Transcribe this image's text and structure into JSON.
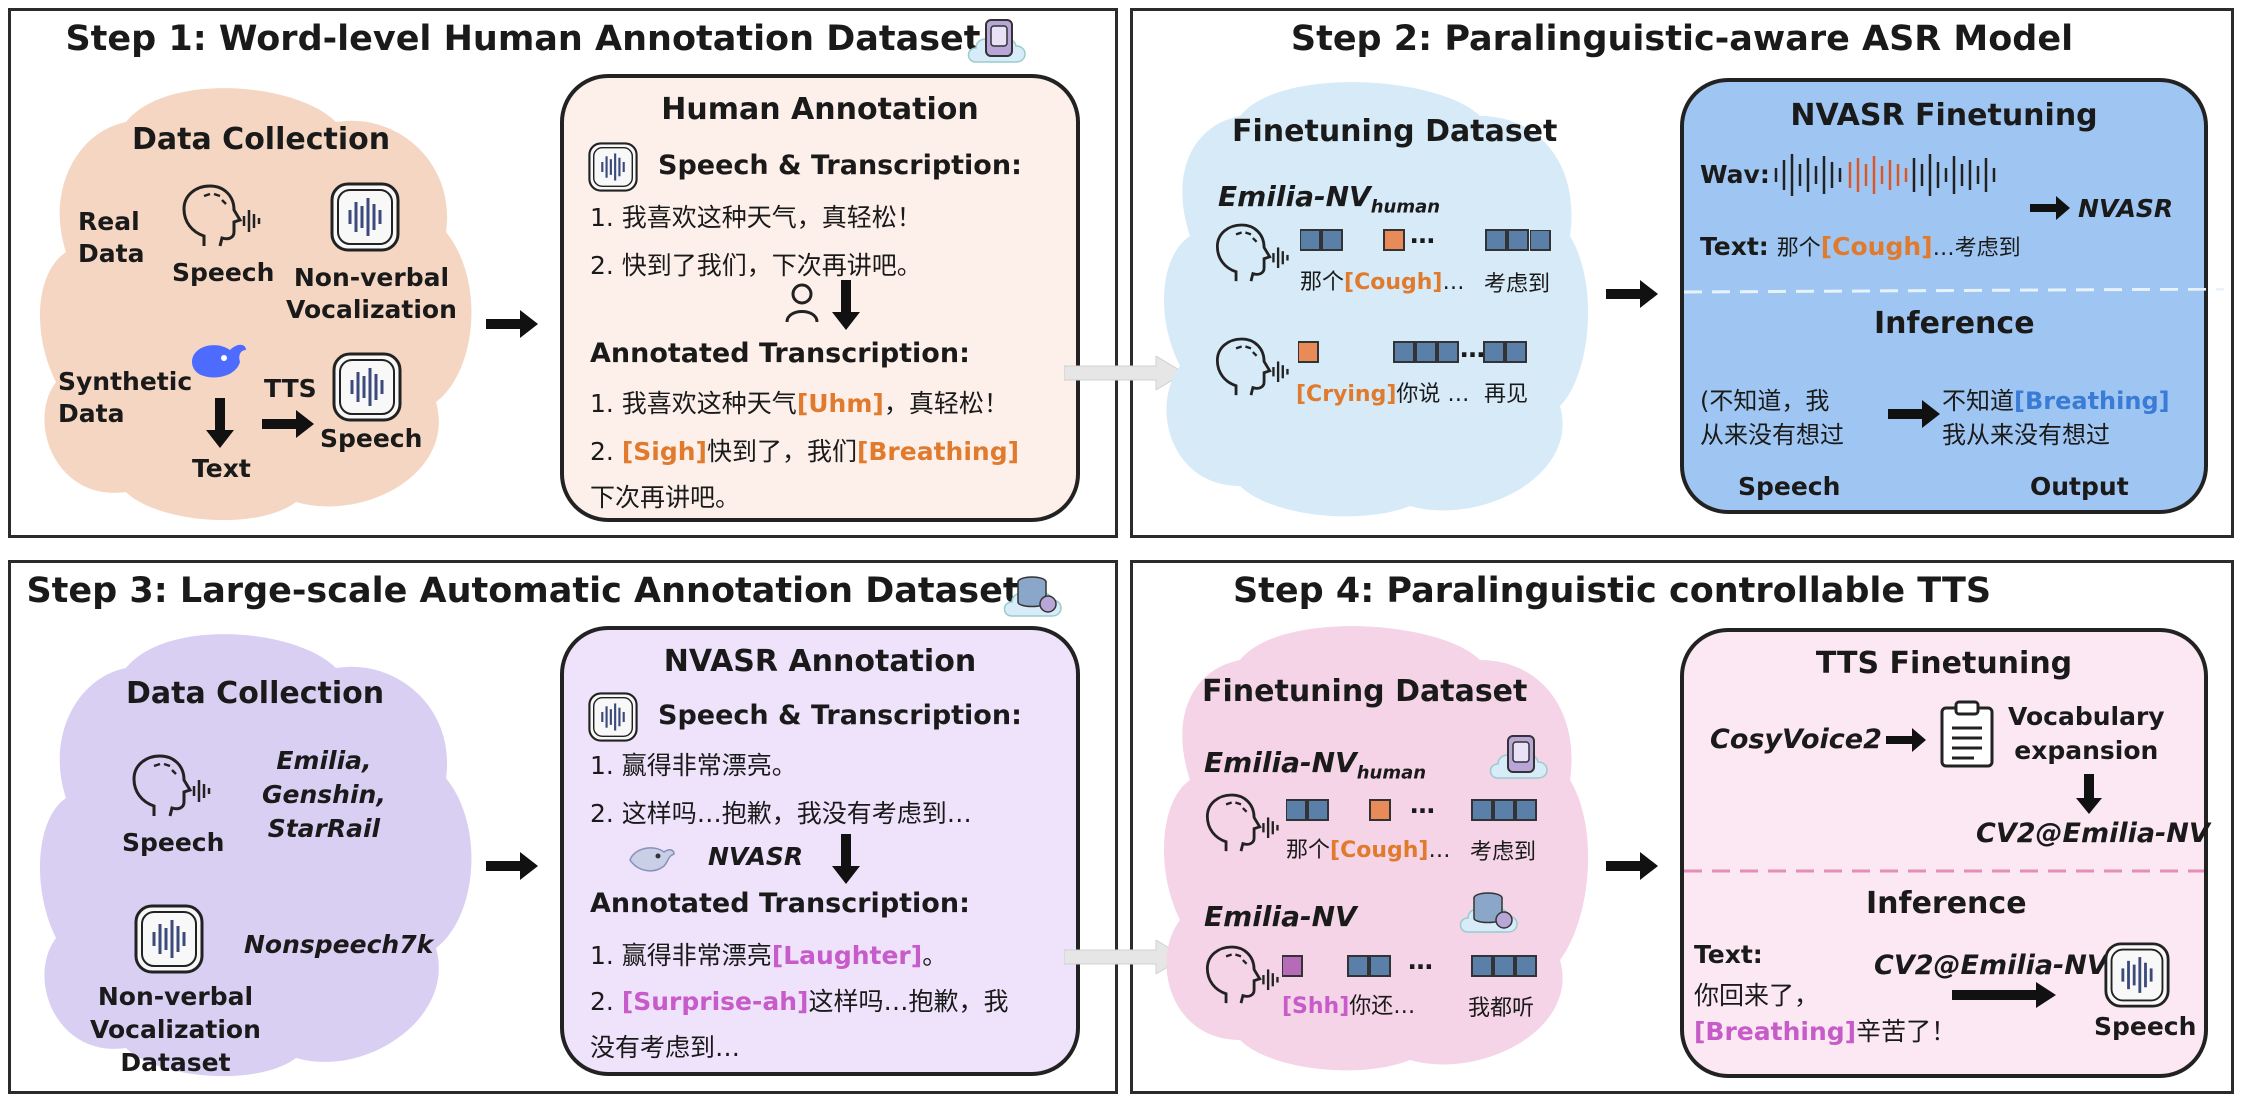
{
  "colors": {
    "orange_tag": "#e07b2e",
    "pink_tag": "#c65bc9",
    "blue_tag": "#3a7bd5",
    "step1_cloud": "#f4d6c3",
    "step1_card": "#fdf0ea",
    "step2_cloud": "#d6eaf8",
    "step2_card": "#9fc6f2",
    "step3_cloud": "#d9cff3",
    "step3_card": "#efe3fb",
    "step4_cloud": "#f4d4e6",
    "step4_card": "#fbe8f2"
  },
  "step1": {
    "title": "Step 1: Word-level Human Annotation Dataset",
    "collection": {
      "title": "Data Collection",
      "real_line1": "Real",
      "real_line2": "Data",
      "speech": "Speech",
      "nonverbal_line1": "Non-verbal",
      "nonverbal_line2": "Vocalization",
      "synthetic_line1": "Synthetic",
      "synthetic_line2": "Data",
      "tts": "TTS",
      "text": "Text",
      "speech2": "Speech"
    },
    "annotation": {
      "title": "Human Annotation",
      "speech_transcription": "Speech & Transcription:",
      "line1": "1. 我喜欢这种天气，真轻松！",
      "line2": "2. 快到了我们，下次再讲吧。",
      "annotated": "Annotated Transcription:",
      "a1_pre": "1. 我喜欢这种天气",
      "a1_tag": "[Uhm]",
      "a1_post": "，真轻松！",
      "a2_pre": "2. ",
      "a2_tag1": "[Sigh]",
      "a2_mid": "快到了，我们",
      "a2_tag2": "[Breathing]",
      "a2_end": "下次再讲吧。"
    }
  },
  "step2": {
    "title": "Step 2: Paralinguistic-aware ASR Model",
    "dataset": {
      "title": "Finetuning Dataset",
      "name": "Emilia-NV",
      "name_sub": "human",
      "ellipsis": "…",
      "row1_a": "那个",
      "row1_tag": "[Cough]",
      "row1_b": "…",
      "row1_c": "考虑到",
      "row2_tag": "[Crying]",
      "row2_a": "你说 …",
      "row2_b": "再见"
    },
    "finetune": {
      "title": "NVASR Finetuning",
      "wav": "Wav:",
      "nvasr": "NVASR",
      "text_label": "Text:",
      "text_a": "那个",
      "text_tag": "[Cough]",
      "text_b": "…考虑到",
      "inference": "Inference",
      "in_line1": "(不知道，我",
      "in_line2": "从来没有想过",
      "out_line1_a": "不知道",
      "out_tag": "[Breathing]",
      "out_line2": "我从来没有想过",
      "speech": "Speech",
      "output": "Output"
    }
  },
  "step3": {
    "title": "Step 3: Large-scale Automatic Annotation Dataset",
    "collection": {
      "title": "Data Collection",
      "speech": "Speech",
      "datasets_1": "Emilia,",
      "datasets_2": "Genshin,",
      "datasets_3": "StarRail",
      "nonverbal_1": "Non-verbal",
      "nonverbal_2": "Vocalization",
      "nonverbal_3": "Dataset",
      "nonspeech": "Nonspeech7k"
    },
    "annotation": {
      "title": "NVASR Annotation",
      "speech_transcription": "Speech & Transcription:",
      "line1": "1. 赢得非常漂亮。",
      "line2": "2. 这样吗…抱歉，我没有考虑到…",
      "nvasr": "NVASR",
      "annotated": "Annotated Transcription:",
      "a1_pre": "1. 赢得非常漂亮",
      "a1_tag": "[Laughter]",
      "a1_post": "。",
      "a2_pre": "2. ",
      "a2_tag": "[Surprise-ah]",
      "a2_post": "这样吗…抱歉，我",
      "a2_end": "没有考虑到…"
    }
  },
  "step4": {
    "title": "Step 4: Paralinguistic controllable TTS",
    "dataset": {
      "title": "Finetuning Dataset",
      "name1": "Emilia-NV",
      "name1_sub": "human",
      "row1_a": "那个",
      "row1_tag": "[Cough]",
      "row1_b": "…",
      "row1_c": "考虑到",
      "name2": "Emilia-NV",
      "row2_tag": "[Shh]",
      "row2_a": "你还…",
      "row2_b": "我都听"
    },
    "finetune": {
      "title": "TTS Finetuning",
      "cosy": "CosyVoice2",
      "vocab_1": "Vocabulary",
      "vocab_2": "expansion",
      "cv2": "CV2@Emilia-NV",
      "inference": "Inference",
      "text_label": "Text:",
      "text_line1": "你回来了，",
      "text_tag": "[Breathing]",
      "text_post": "辛苦了！",
      "cv2_2": "CV2@Emilia-NV",
      "speech": "Speech"
    }
  }
}
